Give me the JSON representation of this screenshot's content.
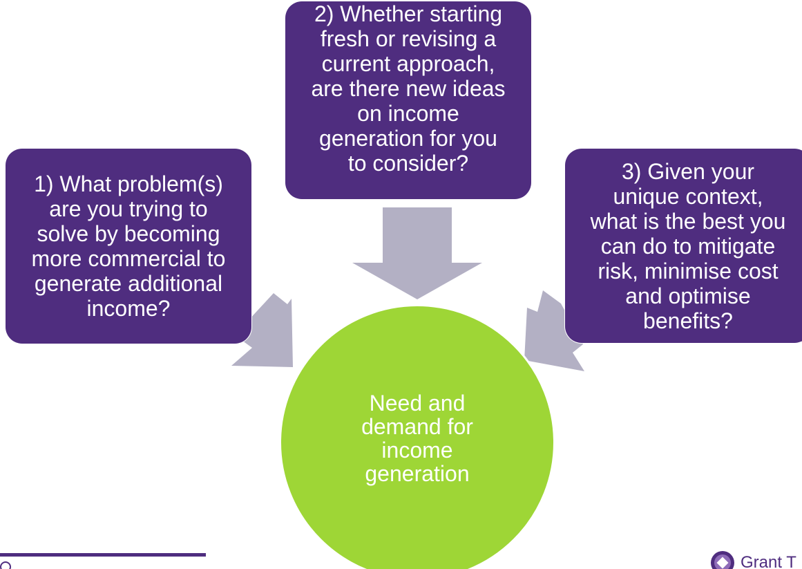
{
  "diagram": {
    "center": {
      "label": "Need and\ndemand for\nincome\ngeneration"
    },
    "boxes": [
      {
        "label": "1) What problem(s)\nare you trying to\nsolve by becoming\nmore commercial to\ngenerate additional\nincome?"
      },
      {
        "label": "2) Whether starting\nfresh or revising a\ncurrent approach,\nare there new ideas\non income\ngeneration for you\nto consider?"
      },
      {
        "label": "3) Given your\nunique context,\nwhat is the best you\ncan do to mitigate\nrisk, minimise cost\nand optimise\nbenefits?"
      }
    ]
  },
  "logo": {
    "text": "Grant T"
  },
  "colors": {
    "box": "#4f2d7f",
    "center": "#9ed636",
    "arrow": "#b3b0c4"
  }
}
